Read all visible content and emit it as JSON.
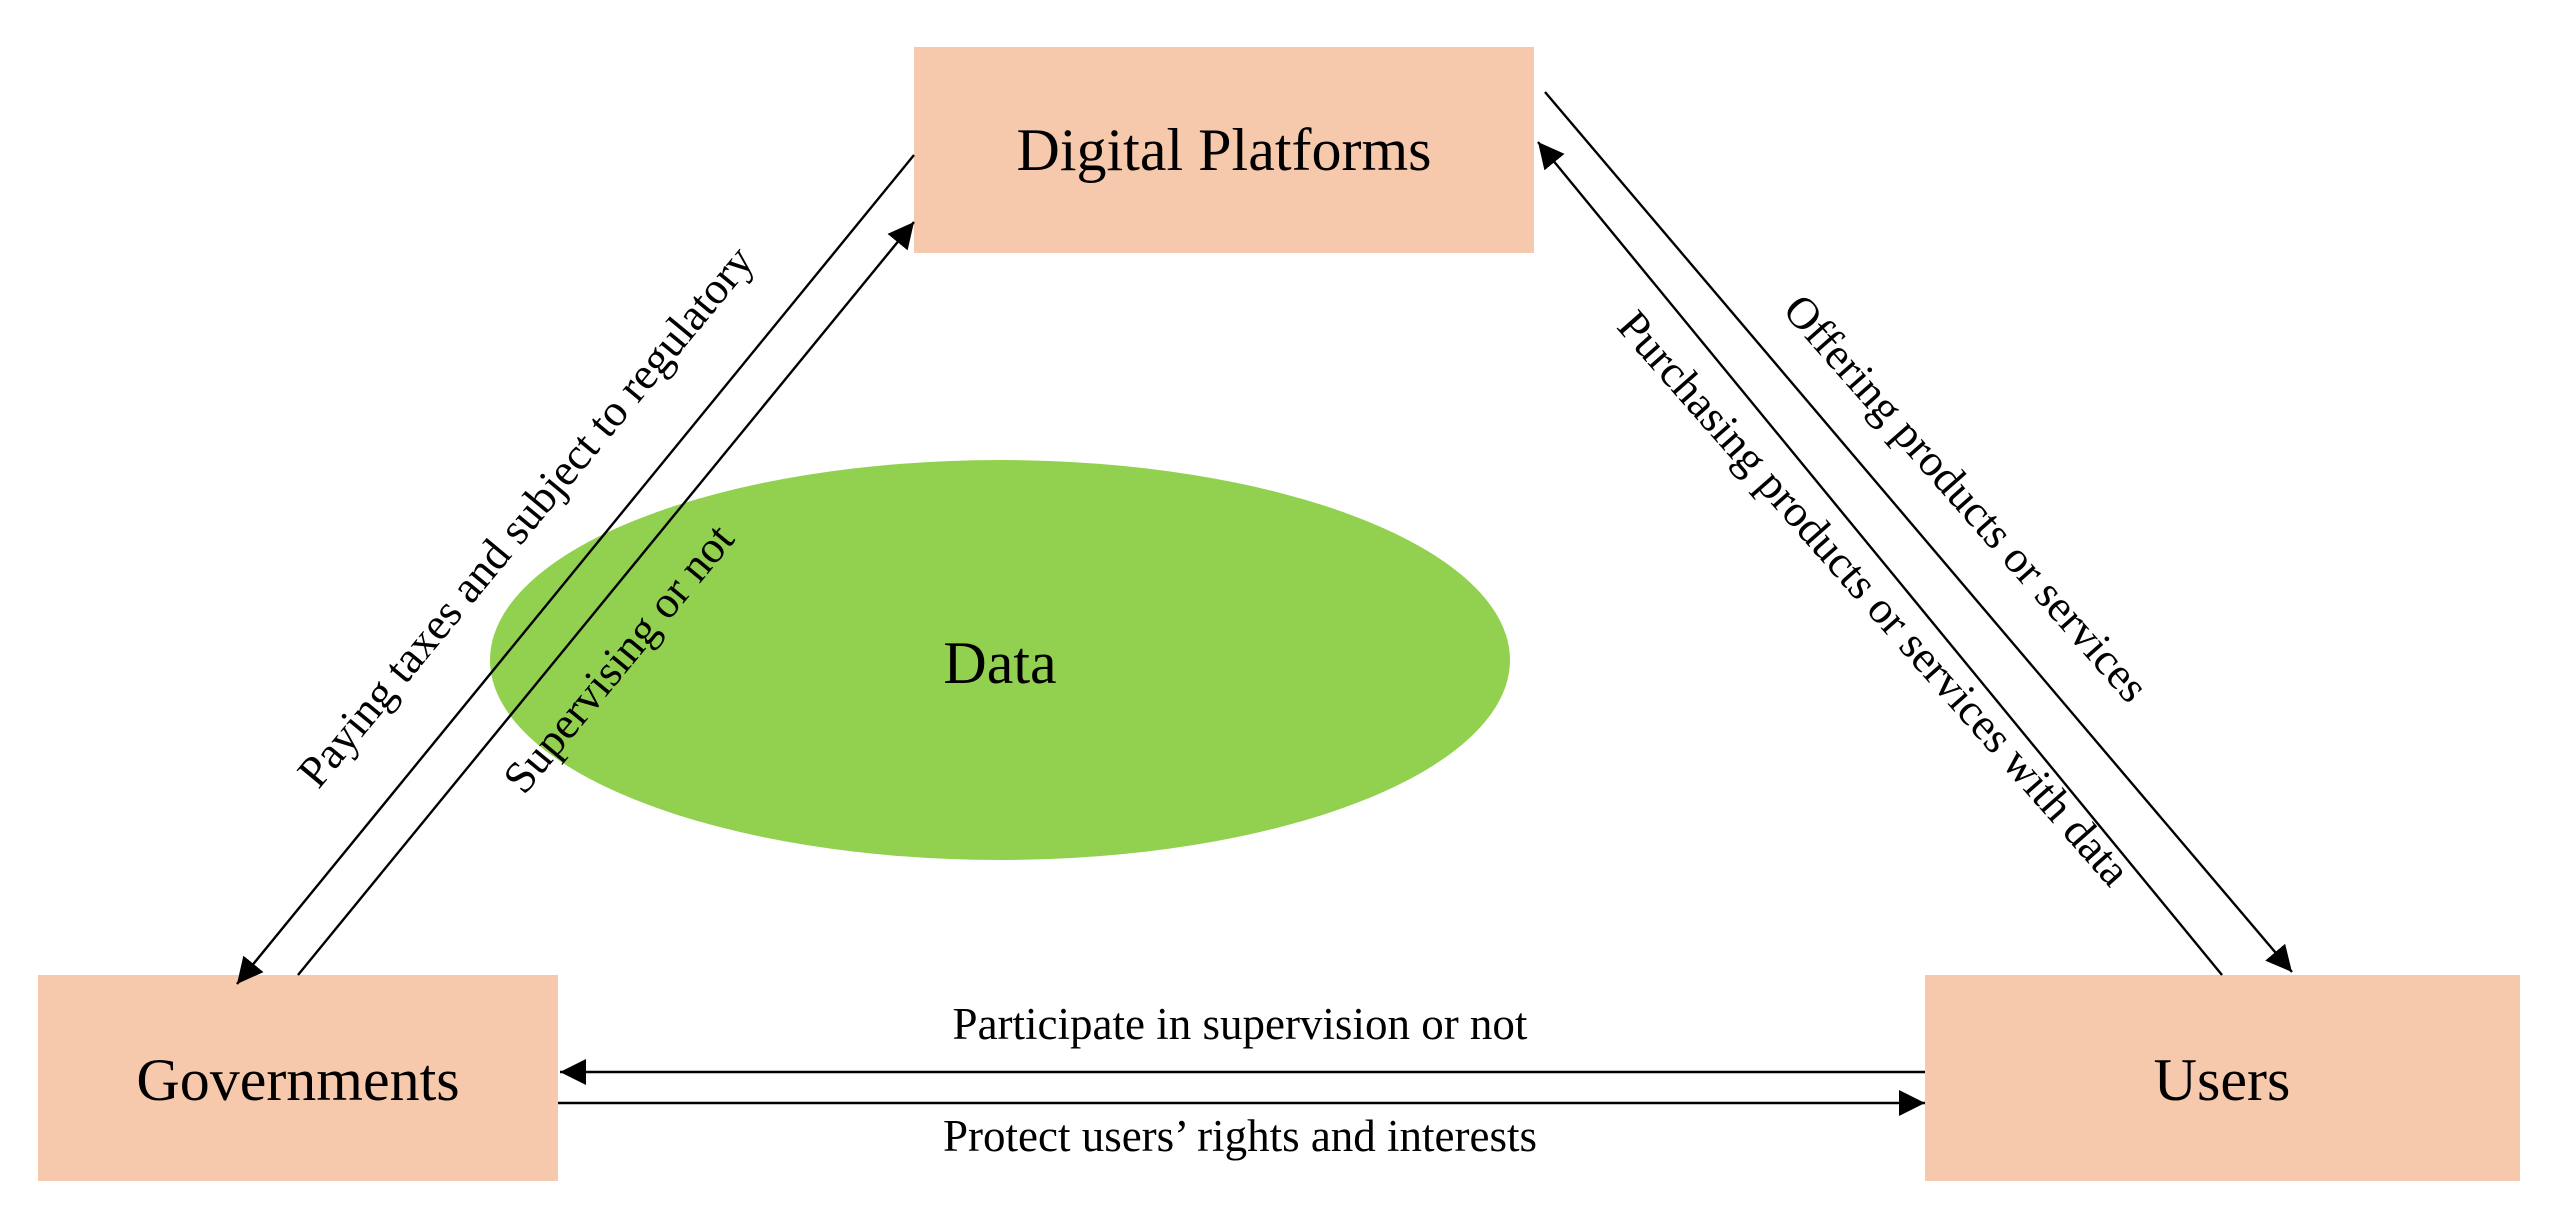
{
  "nodes": {
    "digital_platforms": "Digital Platforms",
    "governments": "Governments",
    "users": "Users",
    "data": "Data"
  },
  "edges": {
    "paying_taxes": "Paying taxes and subject to regulatory",
    "supervising": "Supervising or not",
    "offering": "Offering products or services",
    "purchasing": "Purchasing products or services with data",
    "participate": "Participate in supervision or not",
    "protect": "Protect users’ rights and interests"
  },
  "colors": {
    "box_fill": "#F7C9AC",
    "ellipse_fill": "#92D050",
    "line": "#000000",
    "text": "#000000"
  }
}
